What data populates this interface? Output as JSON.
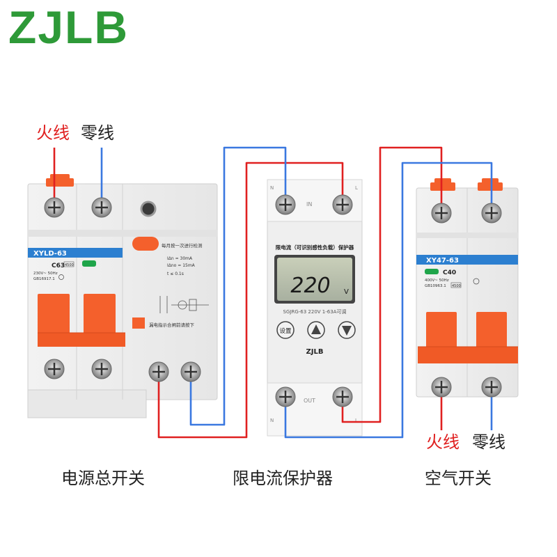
{
  "brand": {
    "logo": "ZJLB"
  },
  "labels": {
    "live": "火线",
    "neutral": "零线"
  },
  "captions": {
    "main_switch": "电源总开关",
    "protector": "限电流保护器",
    "air_switch": "空气开关"
  },
  "main_breaker": {
    "model": "XYLD-63",
    "rating": "C63",
    "badge": "4500",
    "spec_lines": [
      "230V~ 50Hz",
      "GB16917.1"
    ],
    "instructions": [
      "每月按一次进行检测",
      "漏电指示合闸前请按下"
    ],
    "params": [
      "IΔn = 30mA",
      "IΔno = 15mA",
      "t ≤ 0.1s"
    ]
  },
  "protector": {
    "title": "限电流（可识别感性负载）保护器",
    "display": "220",
    "unit": "V",
    "model_line": "SGJRG-63    220V  1-63A可调",
    "set_button": "设置",
    "brand": "ZJLB",
    "top_terminals": [
      "N",
      "IN",
      "L"
    ],
    "bottom_terminals": [
      "N",
      "OUT",
      "L"
    ]
  },
  "air_breaker": {
    "model": "XY47-63",
    "rating": "C40",
    "badge": "4500",
    "spec_lines": [
      "400V~ 50Hz",
      "GB10963.1"
    ]
  },
  "colors": {
    "live": "#e02020",
    "neutral": "#3a78e0",
    "accent": "#f4602c",
    "brand": "#2e9a38",
    "label_blue": "#2c7fd0"
  }
}
